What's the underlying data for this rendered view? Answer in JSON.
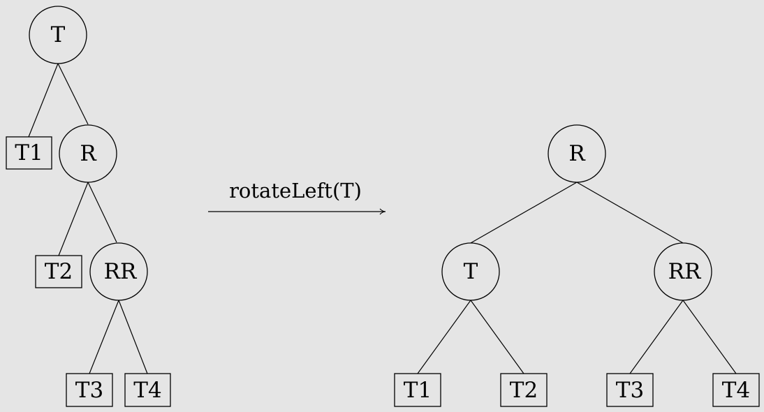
{
  "before_tree": {
    "root": "T",
    "t1": "T1",
    "r": "R",
    "t2": "T2",
    "rr": "RR",
    "t3": "T3",
    "t4": "T4"
  },
  "operation": {
    "label": "rotateLeft(T)"
  },
  "after_tree": {
    "root": "R",
    "t": "T",
    "rr": "RR",
    "t1": "T1",
    "t2": "T2",
    "t3": "T3",
    "t4": "T4"
  }
}
